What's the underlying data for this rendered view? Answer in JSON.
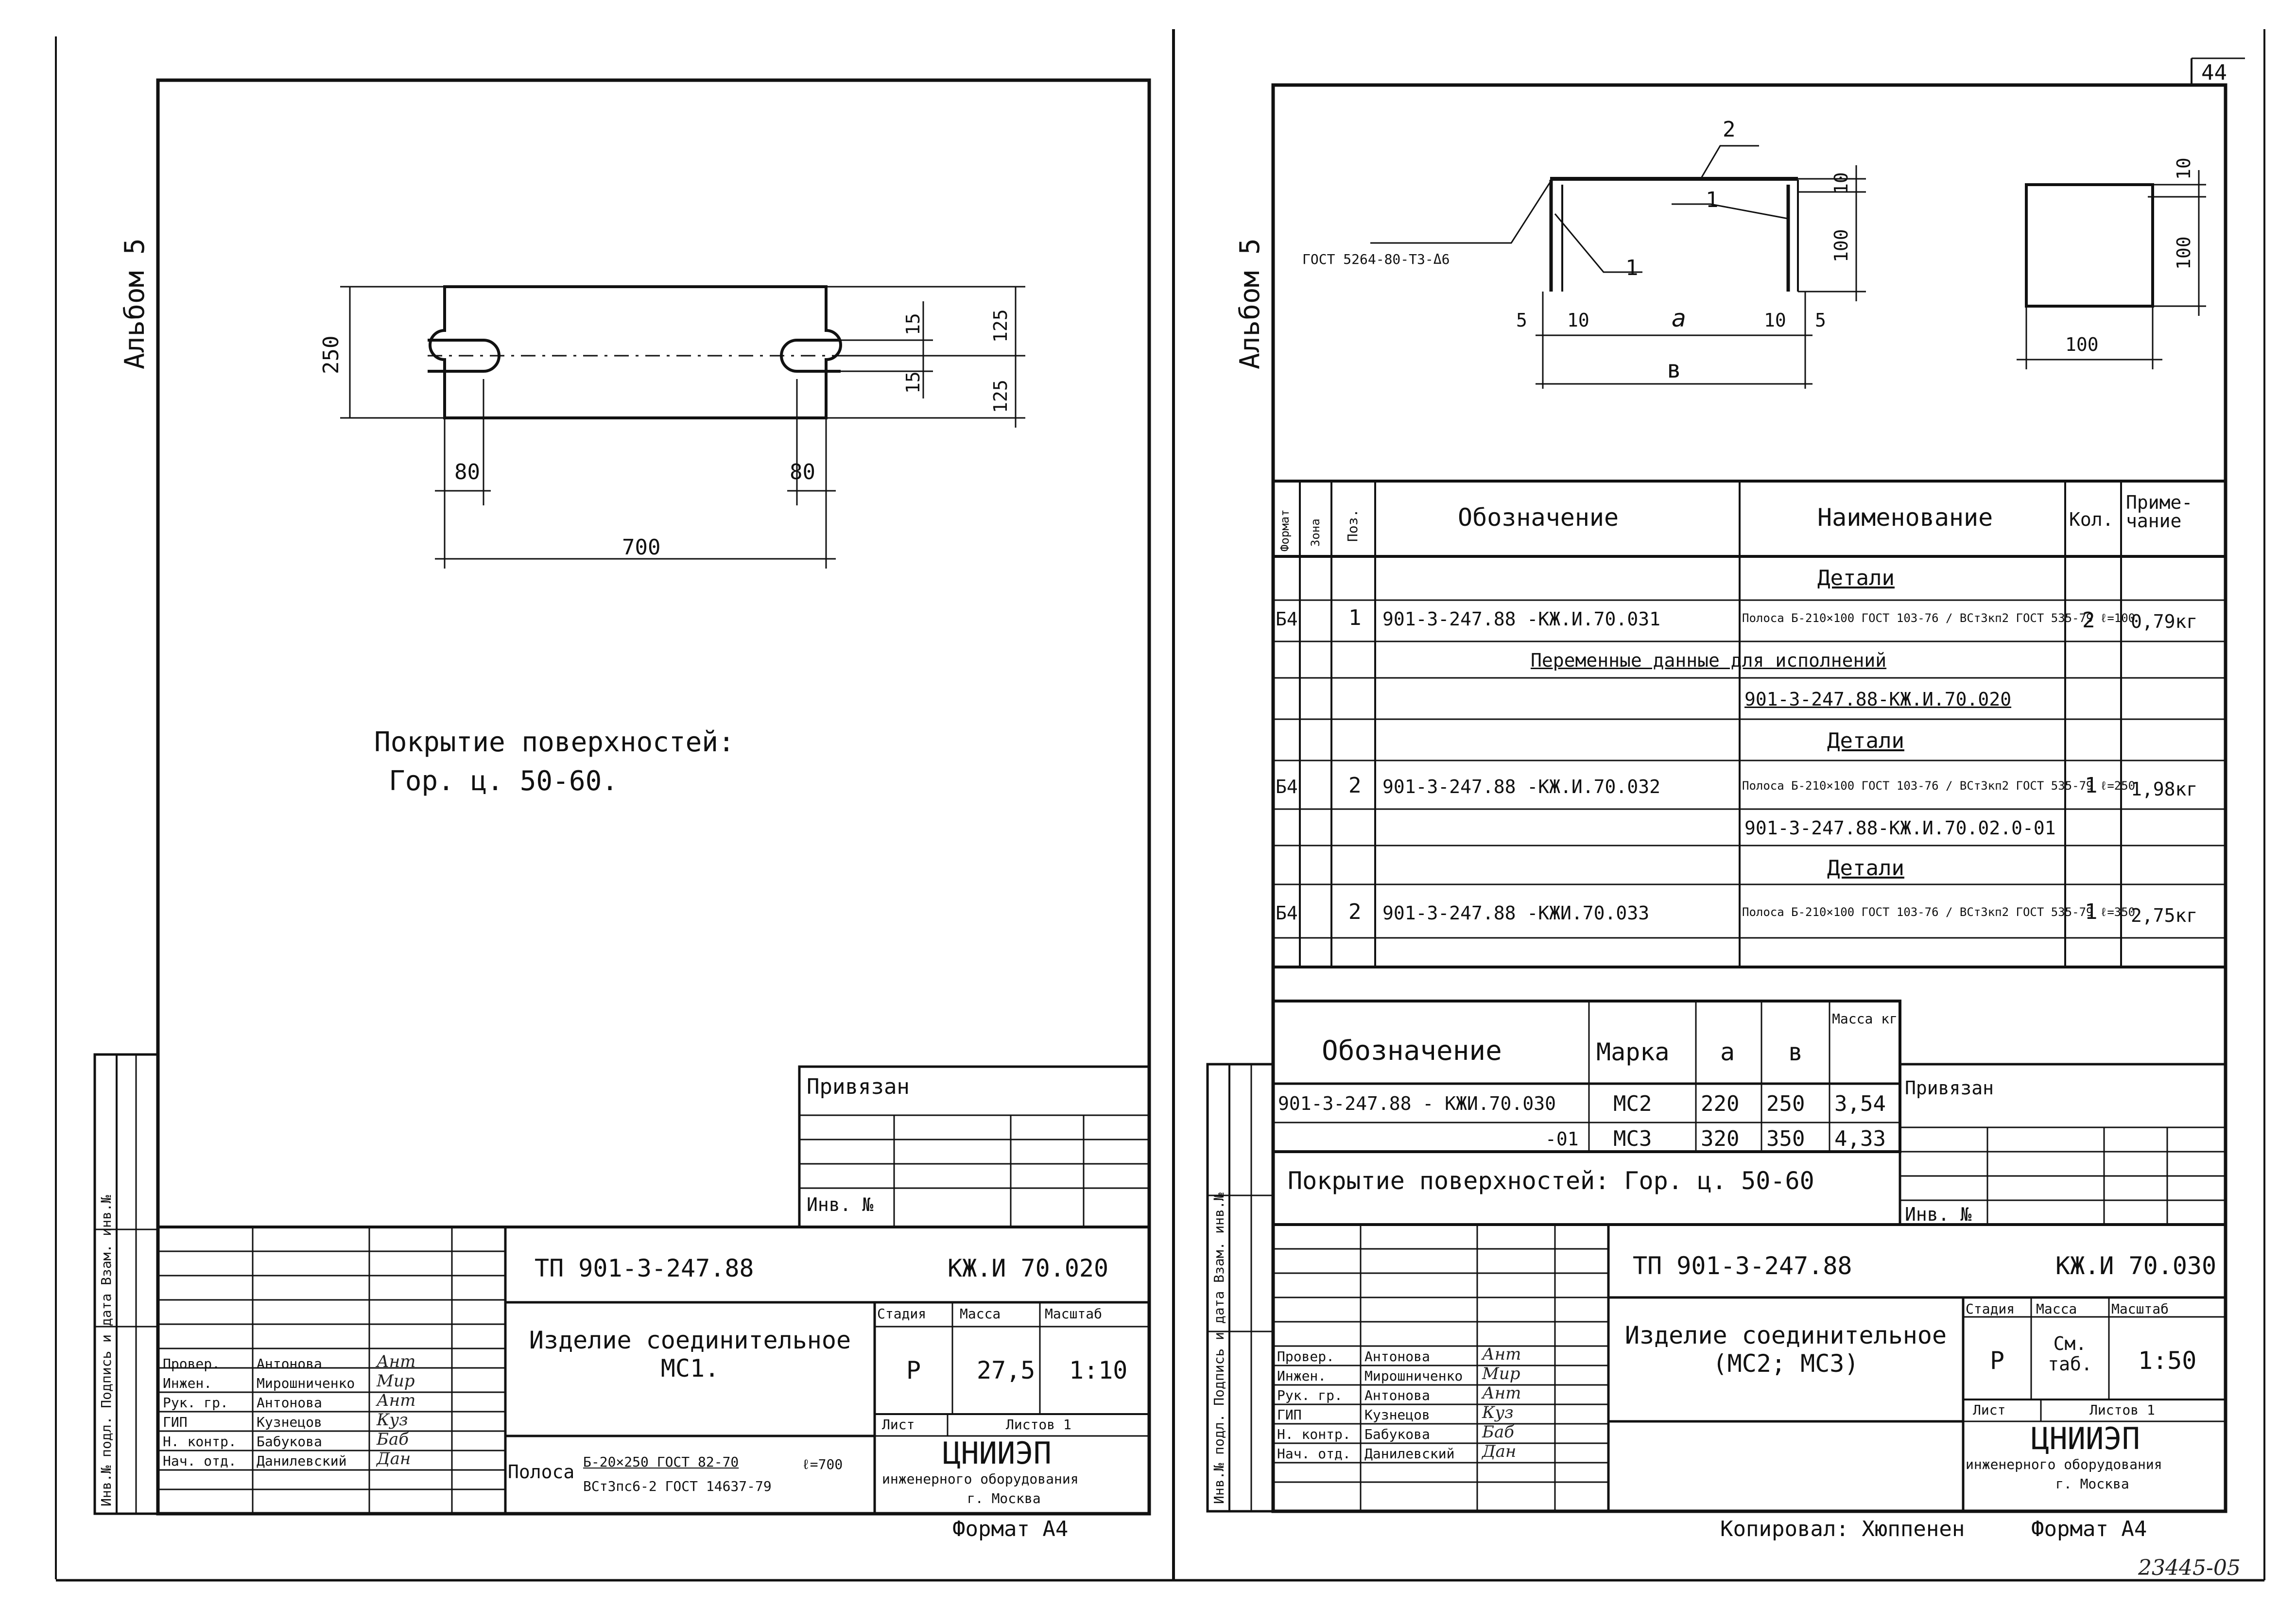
{
  "left": {
    "album": "Альбом 5",
    "dims": {
      "d250": "250",
      "d15a": "15",
      "d125a": "125",
      "d15b": "15",
      "d125b": "125",
      "d80a": "80",
      "d80b": "80",
      "d700": "700"
    },
    "coating_label": "Покрытие поверхностей:",
    "coating_value": "Гор. ц. 50-60.",
    "privyazan": "Привязан",
    "inv_no": "Инв. №",
    "side_labels": "Инв.№ подл. Подпись и дата Взам. инв.№",
    "doc_code": "ТП 901-3-247.88",
    "doc_mark": "КЖ.И 70.020",
    "title": "Изделие соединительное МС1.",
    "stage_h": "Стадия",
    "mass_h": "Масса",
    "scale_h": "Масштаб",
    "stage": "Р",
    "mass": "27,5",
    "scale": "1:10",
    "sheet": "Лист",
    "sheets": "Листов 1",
    "material_lbl": "Полоса",
    "material_top": "Б-20×250 ГОСТ 82-70",
    "material_len": "ℓ=700",
    "material_bot": "ВСт3пс6-2 ГОСТ 14637-79",
    "org": "ЦНИИЭП",
    "org_sub": "инженерного оборудования",
    "city": "г. Москва",
    "format": "Формат А4",
    "staff": [
      {
        "role": "Провер.",
        "name": "Антонова",
        "sign": "Ант"
      },
      {
        "role": "Инжен.",
        "name": "Мирошниченко",
        "sign": "Мир"
      },
      {
        "role": "Рук. гр.",
        "name": "Антонова",
        "sign": "Ант"
      },
      {
        "role": "ГИП",
        "name": "Кузнецов",
        "sign": "Куз"
      },
      {
        "role": "Н. контр.",
        "name": "Бабукова",
        "sign": "Баб"
      },
      {
        "role": "Нач. отд.",
        "name": "Данилевский",
        "sign": "Дан"
      }
    ]
  },
  "right": {
    "page_no": "44",
    "album": "Альбом 5",
    "drawing": {
      "gost": "ГОСТ 5264-80-Т3-Δ6",
      "p2": "2",
      "p1a": "1",
      "p1b": "1",
      "d10t": "10",
      "d100": "100",
      "d5a": "5",
      "d10a": "10",
      "da": "a",
      "d10b": "10",
      "d5b": "5",
      "db": "в",
      "side10": "10",
      "side100": "100",
      "side100b": "100"
    },
    "spec_head": {
      "format": "Формат",
      "zone": "Зона",
      "pos": "Поз.",
      "designation": "Обозначение",
      "name": "Наименование",
      "qty": "Кол.",
      "note": "Приме-чание"
    },
    "spec_rows": [
      {
        "fmt": "",
        "pos": "",
        "des": "",
        "name": "Детали",
        "qty": "",
        "note": ""
      },
      {
        "fmt": "Б4",
        "pos": "1",
        "des": "901-3-247.88 -КЖ.И.70.031",
        "name": "Полоса Б-210×100 ГОСТ 103-76 / ВСт3кп2 ГОСТ 535-79 ℓ=100",
        "qty": "2",
        "note": "0,79кг"
      },
      {
        "fmt": "",
        "pos": "",
        "des": "",
        "name": "Переменные данные для исполнений",
        "qty": "",
        "note": ""
      },
      {
        "fmt": "",
        "pos": "",
        "des": "",
        "name": "901-3-247.88-КЖ.И.70.020",
        "qty": "",
        "note": ""
      },
      {
        "fmt": "",
        "pos": "",
        "des": "",
        "name": "Детали",
        "qty": "",
        "note": ""
      },
      {
        "fmt": "Б4",
        "pos": "2",
        "des": "901-3-247.88 -КЖ.И.70.032",
        "name": "Полоса Б-210×100 ГОСТ 103-76 / ВСт3кп2 ГОСТ 535-79 ℓ=250",
        "qty": "1",
        "note": "1,98кг"
      },
      {
        "fmt": "",
        "pos": "",
        "des": "",
        "name": "901-3-247.88-КЖ.И.70.02.0-01",
        "qty": "",
        "note": ""
      },
      {
        "fmt": "",
        "pos": "",
        "des": "",
        "name": "Детали",
        "qty": "",
        "note": ""
      },
      {
        "fmt": "Б4",
        "pos": "2",
        "des": "901-3-247.88 -КЖИ.70.033",
        "name": "Полоса Б-210×100 ГОСТ 103-76 / ВСт3кп2 ГОСТ 535-79 ℓ=350",
        "qty": "1",
        "note": "2,75кг"
      },
      {
        "fmt": "",
        "pos": "",
        "des": "",
        "name": "",
        "qty": "",
        "note": ""
      }
    ],
    "var_head": {
      "designation": "Обозначение",
      "mark": "Марка",
      "a": "а",
      "b": "в",
      "mass": "Масса кг"
    },
    "var_rows": [
      {
        "des": "901-3-247.88 - КЖИ.70.030",
        "mark": "МС2",
        "a": "220",
        "b": "250",
        "mass": "3,54"
      },
      {
        "des": "-01",
        "mark": "МС3",
        "a": "320",
        "b": "350",
        "mass": "4,33"
      }
    ],
    "coating": "Покрытие поверхностей: Гор. ц. 50-60",
    "privyazan": "Привязан",
    "inv_no": "Инв. №",
    "side_labels": "Инв.№ подл. Подпись и дата Взам. инв.№",
    "doc_code": "ТП 901-3-247.88",
    "doc_mark": "КЖ.И 70.030",
    "title": "Изделие соединительное (МС2; МС3)",
    "stage_h": "Стадия",
    "mass_h": "Масса",
    "scale_h": "Масштаб",
    "stage": "Р",
    "mass": "См. таб.",
    "scale": "1:50",
    "sheet": "Лист",
    "sheets": "Листов 1",
    "org": "ЦНИИЭП",
    "org_sub": "инженерного оборудования",
    "city": "г. Москва",
    "copied": "Копировал: Хюппенен",
    "format": "Формат А4",
    "staff": [
      {
        "role": "Провер.",
        "name": "Антонова",
        "sign": "Ант"
      },
      {
        "role": "Инжен.",
        "name": "Мирошниченко",
        "sign": "Мир"
      },
      {
        "role": "Рук. гр.",
        "name": "Антонова",
        "sign": "Ант"
      },
      {
        "role": "ГИП",
        "name": "Кузнецов",
        "sign": "Куз"
      },
      {
        "role": "Н. контр.",
        "name": "Бабукова",
        "sign": "Баб"
      },
      {
        "role": "Нач. отд.",
        "name": "Данилевский",
        "sign": "Дан"
      }
    ]
  },
  "stamp_no": "23445-05"
}
